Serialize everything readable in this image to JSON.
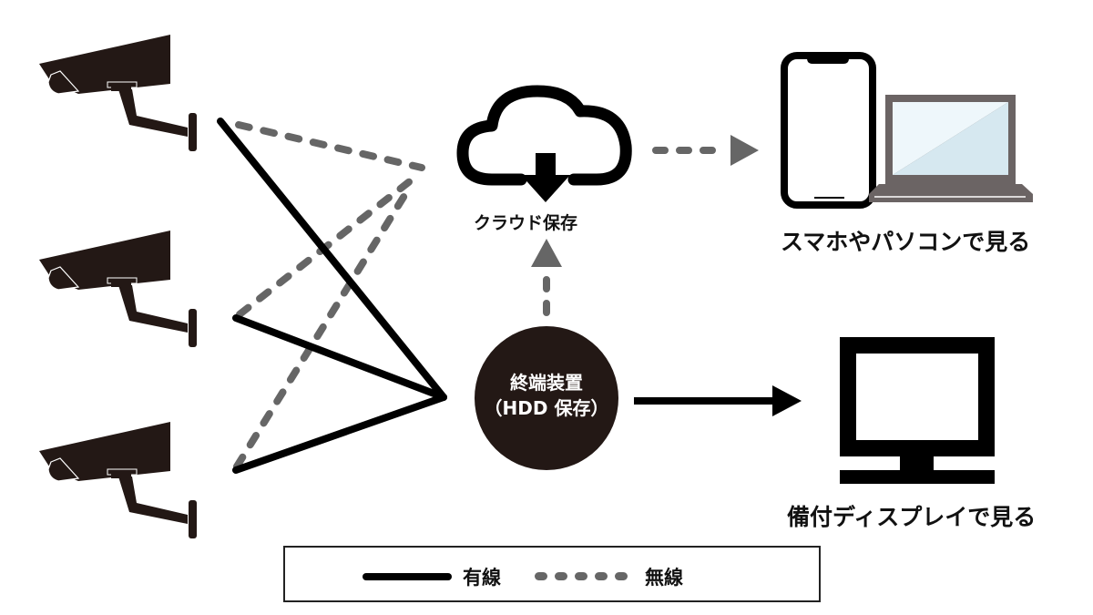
{
  "diagram": {
    "title": "",
    "nodes": {
      "cameras": [
        {
          "id": "camera-1",
          "type": "security-camera-icon"
        },
        {
          "id": "camera-2",
          "type": "security-camera-icon"
        },
        {
          "id": "camera-3",
          "type": "security-camera-icon"
        }
      ],
      "cloud": {
        "icon": "cloud-download-icon",
        "label": "クラウド保存"
      },
      "recorder": {
        "line1": "終端装置",
        "line2": "（HDD 保存）"
      },
      "devices": {
        "icons": [
          "smartphone-icon",
          "laptop-icon"
        ],
        "label": "スマホやパソコンで見る"
      },
      "display": {
        "icon": "monitor-icon",
        "label": "備付ディスプレイで見る"
      }
    },
    "edges": [
      {
        "from": "camera-1",
        "to": "recorder",
        "kind": "wired"
      },
      {
        "from": "camera-2",
        "to": "recorder",
        "kind": "wired"
      },
      {
        "from": "camera-3",
        "to": "recorder",
        "kind": "wired"
      },
      {
        "from": "camera-1",
        "to": "cloud",
        "kind": "wireless"
      },
      {
        "from": "camera-2",
        "to": "cloud",
        "kind": "wireless"
      },
      {
        "from": "camera-3",
        "to": "cloud",
        "kind": "wireless"
      },
      {
        "from": "recorder",
        "to": "cloud",
        "kind": "wireless",
        "arrow": true
      },
      {
        "from": "cloud",
        "to": "devices",
        "kind": "wireless",
        "arrow": true
      },
      {
        "from": "recorder",
        "to": "display",
        "kind": "wired",
        "arrow": true
      }
    ],
    "legend": {
      "wired_label": "有線",
      "wireless_label": "無線"
    },
    "colors": {
      "wired": "#000000",
      "wireless": "#666666",
      "camera": "#231815",
      "laptop_body": "#6b6464",
      "laptop_screen": "#d6e8f0"
    }
  }
}
